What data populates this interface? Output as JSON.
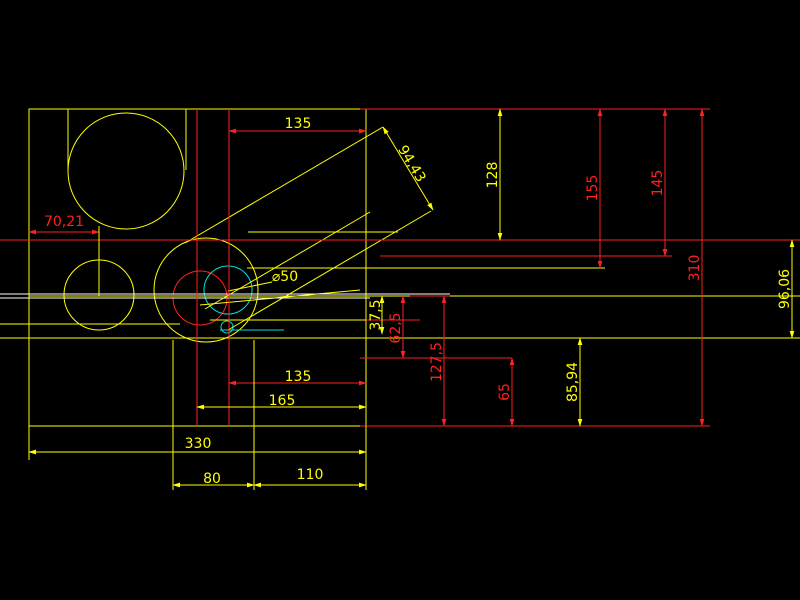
{
  "colors": {
    "background": "#000000",
    "geometry": "#ffff00",
    "dimension": "#ff2020",
    "centerline": "#ffffff",
    "auxiliary": "#00e0e0"
  },
  "dimensions": {
    "top_135": "135",
    "diag_94_43": "94,43",
    "left_70_21": "70,21",
    "dia_50": "⌀50",
    "v_128": "128",
    "v_155": "155",
    "v_145": "145",
    "v_310": "310",
    "v_96_06": "96,06",
    "v_37_5": "37,5",
    "v_62_5": "62,5",
    "v_127_5": "127,5",
    "v_65": "65",
    "v_85_94": "85,94",
    "bottom_135": "135",
    "bottom_165": "165",
    "bottom_330": "330",
    "bottom_80": "80",
    "bottom_110": "110"
  }
}
